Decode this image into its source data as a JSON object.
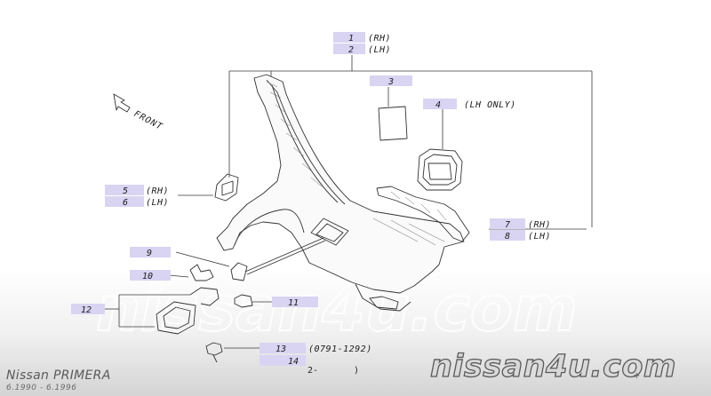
{
  "diagram": {
    "front_label": "FRONT",
    "page_ref": "2-",
    "page_ref_close": ")",
    "callouts": {
      "c1": {
        "num": "1",
        "text": "(RH)"
      },
      "c2": {
        "num": "2",
        "text": "(LH)"
      },
      "c3": {
        "num": "3",
        "text": ""
      },
      "c4": {
        "num": "4",
        "text": "(LH ONLY)"
      },
      "c5": {
        "num": "5",
        "text": "(RH)"
      },
      "c6": {
        "num": "6",
        "text": "(LH)"
      },
      "c7": {
        "num": "7",
        "text": "(RH)"
      },
      "c8": {
        "num": "8",
        "text": "(LH)"
      },
      "c9": {
        "num": "9",
        "text": ""
      },
      "c10": {
        "num": "10",
        "text": ""
      },
      "c11": {
        "num": "11",
        "text": ""
      },
      "c12": {
        "num": "12",
        "text": ""
      },
      "c13": {
        "num": "13",
        "text": "(0791-1292)"
      },
      "c14": {
        "num": "14",
        "text": ""
      }
    }
  },
  "branding": {
    "model": "Nissan PRIMERA",
    "years": "6.1990 - 6.1996",
    "site": "nissan4u.com",
    "watermark": "nissan4u.com",
    "corner_mark": "+"
  },
  "colors": {
    "callout_box": "#d8d4f2",
    "line": "#333333",
    "logo_fill": "#d9d9d9",
    "logo_stroke": "#5a5a5a"
  }
}
